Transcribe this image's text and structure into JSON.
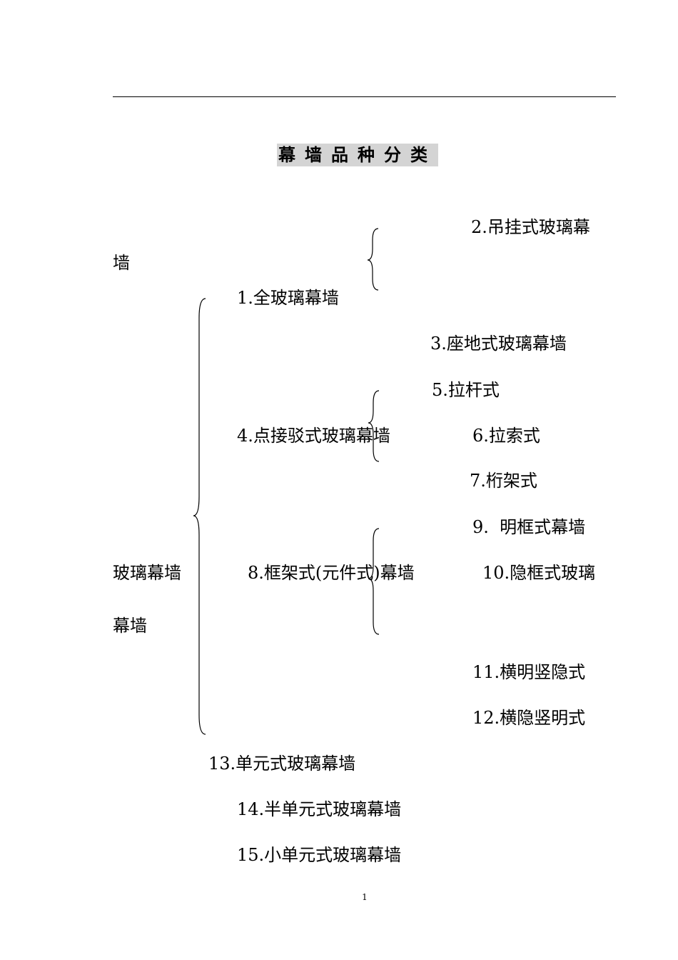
{
  "document": {
    "title": "幕墙品种分类",
    "page_number": "1"
  },
  "tree": {
    "root": {
      "label": "玻璃幕墙",
      "continuation": "幕墙"
    },
    "all_glass": {
      "label": "1.全玻璃幕墙",
      "sub": {
        "hanging": "2.吊挂式玻璃幕",
        "hanging_wrap": "墙",
        "floor": "3.座地式玻璃幕墙"
      }
    },
    "point_supported": {
      "label": "4.点接驳式玻璃幕墙",
      "sub": {
        "rod": "5.拉杆式",
        "cable": "6.拉索式",
        "truss": "7.桁架式"
      }
    },
    "frame": {
      "label": "8.框架式(元件式)幕墙",
      "sub": {
        "exposed": "9.  明框式幕墙",
        "hidden": "10.隐框式玻璃",
        "h_exposed": "11.横明竖隐式",
        "h_hidden": "12.横隐竖明式"
      }
    },
    "unitized": "13.单元式玻璃幕墙",
    "semi_unitized": "14.半单元式玻璃幕墙",
    "small_unitized": "15.小单元式玻璃幕墙"
  }
}
